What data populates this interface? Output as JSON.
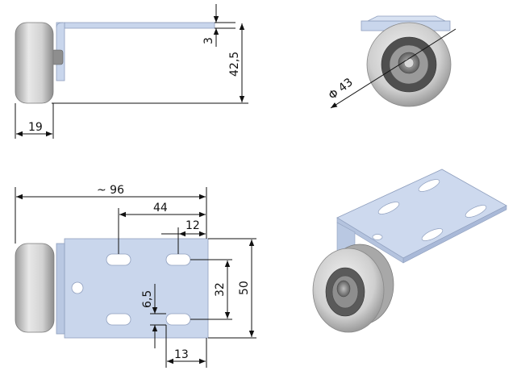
{
  "colors": {
    "plate": "#c9d6ec",
    "plate_edge": "#8f9fbe",
    "wheel_light": "#eaeaea",
    "wheel_mid": "#bdbdbd",
    "wheel_dark": "#6e6e6e",
    "line": "#111111"
  },
  "views": {
    "side": {
      "dim_height": "42,5",
      "dim_thickness": "3",
      "dim_wheel_width": "19"
    },
    "front_iso": {
      "dim_diameter": "Φ 43"
    },
    "plan": {
      "dim_overall": "~ 96",
      "dim_slot_offset": "44",
      "dim_slot_length": "12",
      "dim_slot_spacing": "32",
      "dim_plate_height": "50",
      "dim_slot_width": "6,5",
      "dim_edge_offset": "13"
    },
    "iso": {}
  }
}
